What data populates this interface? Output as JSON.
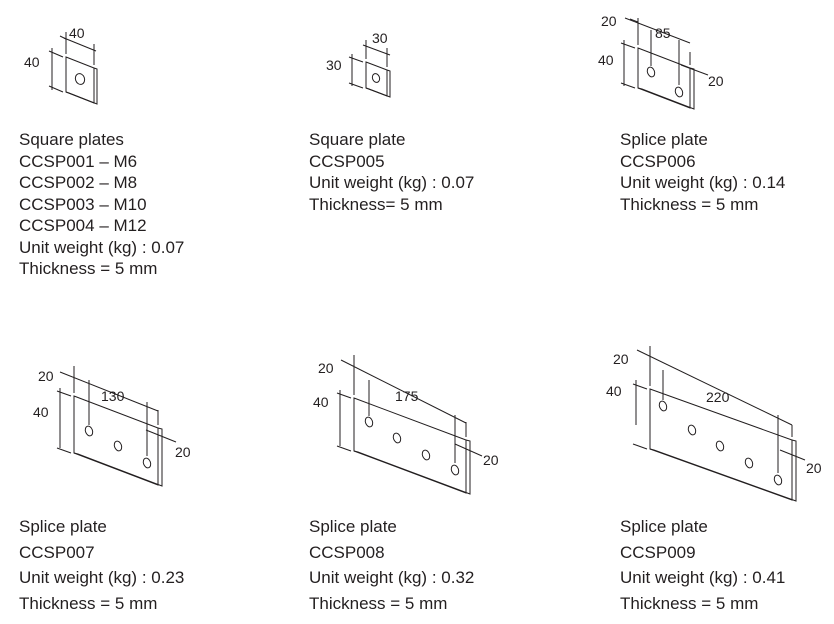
{
  "products": [
    {
      "title": "Square plates",
      "codes": [
        "CCSP001 – M6",
        "CCSP002 – M8",
        "CCSP003 – M10",
        "CCSP004 – M12"
      ],
      "weight": "Unit weight (kg) : 0.07",
      "thickness": "Thickness = 5 mm",
      "dims": {
        "width": "40",
        "height": "40"
      }
    },
    {
      "title": "Square plate",
      "codes": [
        "CCSP005"
      ],
      "weight": "Unit weight (kg) : 0.07",
      "thickness": "Thickness= 5 mm",
      "dims": {
        "width": "30",
        "height": "30"
      }
    },
    {
      "title": "Splice plate",
      "codes": [
        "CCSP006"
      ],
      "weight": "Unit weight (kg) : 0.14",
      "thickness": "Thickness = 5 mm",
      "dims": {
        "edge": "20",
        "pitch": "85",
        "height": "40",
        "end": "20"
      }
    },
    {
      "title": "Splice plate",
      "codes": [
        "CCSP007"
      ],
      "weight": "Unit weight (kg) : 0.23",
      "thickness": "Thickness = 5 mm",
      "dims": {
        "edge": "20",
        "pitch": "130",
        "height": "40",
        "end": "20"
      }
    },
    {
      "title": "Splice plate",
      "codes": [
        "CCSP008"
      ],
      "weight": "Unit weight (kg) : 0.32",
      "thickness": "Thickness = 5 mm",
      "dims": {
        "edge": "20",
        "pitch": "175",
        "height": "40",
        "end": "20"
      }
    },
    {
      "title": "Splice plate",
      "codes": [
        "CCSP009"
      ],
      "weight": "Unit weight (kg) : 0.41",
      "thickness": "Thickness = 5 mm",
      "dims": {
        "edge": "20",
        "pitch": "220",
        "height": "40",
        "end": "20"
      }
    }
  ]
}
